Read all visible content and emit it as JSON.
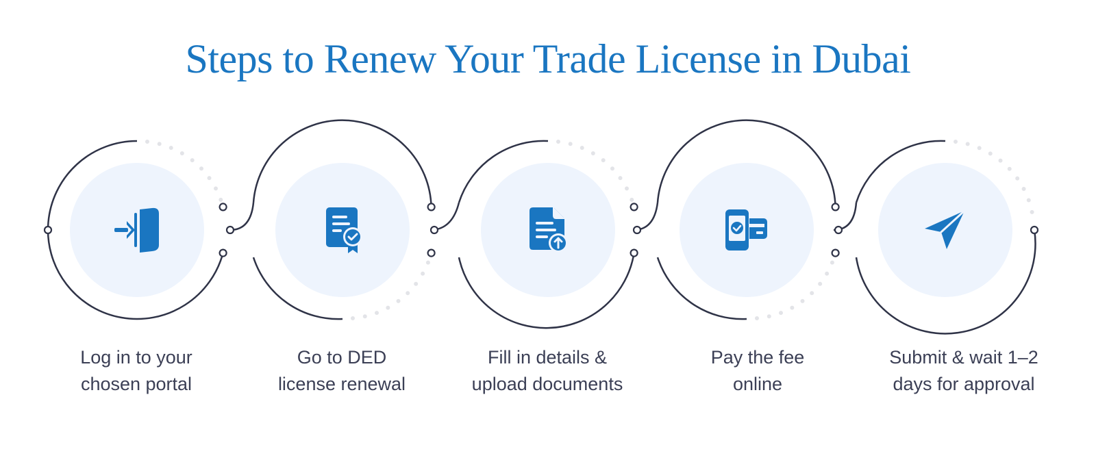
{
  "title": "Steps to Renew Your Trade License in Dubai",
  "colors": {
    "accent": "#1a76c1",
    "ring": "#2f3347",
    "dots": "#e3e4e8",
    "inner_fill": "#eef4fd",
    "label_text": "#3b3f55"
  },
  "steps": [
    {
      "icon": "login-door-icon",
      "line1": "Log in to your",
      "line2": "chosen portal"
    },
    {
      "icon": "certificate-document-icon",
      "line1": "Go to DED",
      "line2": "license renewal"
    },
    {
      "icon": "document-upload-icon",
      "line1": "Fill in details &",
      "line2": "upload documents"
    },
    {
      "icon": "mobile-payment-icon",
      "line1": "Pay the fee",
      "line2": "online"
    },
    {
      "icon": "paper-plane-icon",
      "line1": "Submit & wait 1–2",
      "line2": "days for approval"
    }
  ]
}
